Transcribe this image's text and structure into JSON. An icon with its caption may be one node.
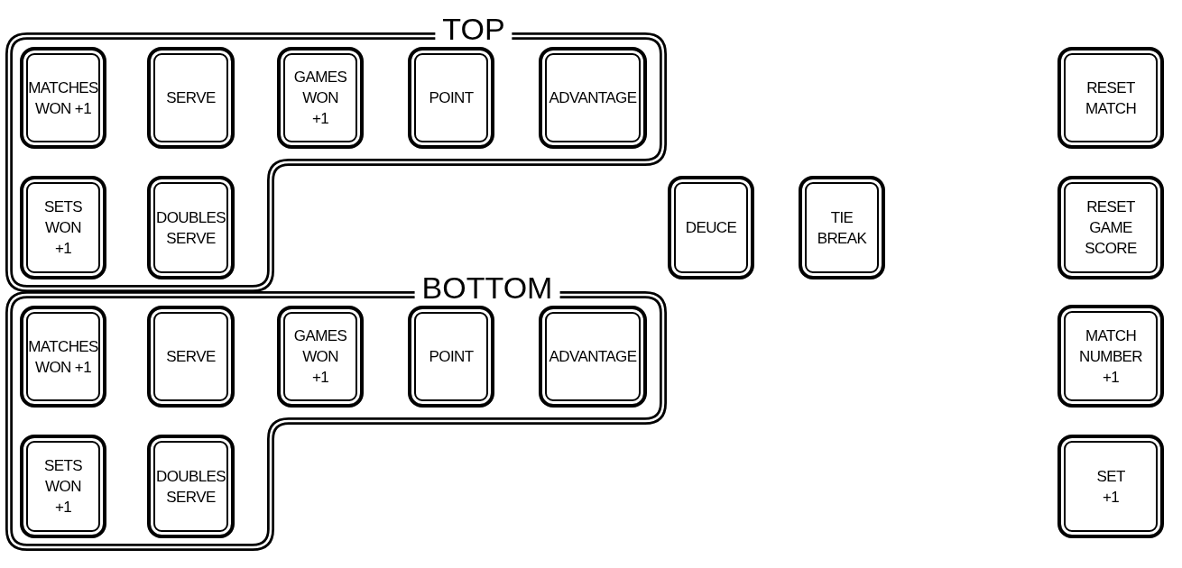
{
  "diagram": {
    "nodes": [
      {
        "text": [
          "TOP"
        ]
      },
      {
        "text": [
          "MATCHES WON +1"
        ],
        "in": 0
      },
      {
        "text": [
          "SERVE"
        ],
        "in": 0
      },
      {
        "text": [
          "GAMES WON +1"
        ],
        "in": 0
      },
      {
        "text": [
          "POINT"
        ],
        "in": 0
      },
      {
        "text": [
          "ADVANTAGE"
        ],
        "in": 0
      },
      {
        "text": [
          "SETS WON +1"
        ],
        "in": 0
      },
      {
        "text": [
          "DOUBLES SERVE"
        ],
        "in": 0
      },
      {
        "text": [
          "BOTTOM"
        ]
      },
      {
        "text": [
          "MATCHES WON +1"
        ],
        "in": 8
      },
      {
        "text": [
          "SERVE"
        ],
        "in": 8
      },
      {
        "text": [
          "GAMES WON +1"
        ],
        "in": 8
      },
      {
        "text": [
          "POINT"
        ],
        "in": 8
      },
      {
        "text": [
          "ADVANTAGE"
        ],
        "in": 8
      },
      {
        "text": [
          "SETS WON +1"
        ],
        "in": 8
      },
      {
        "text": [
          "DOUBLES SERVE"
        ],
        "in": 8
      },
      {
        "text": [
          "DEUCE"
        ]
      },
      {
        "text": [
          "TIE BREAK"
        ]
      },
      {
        "text": [
          "RESET MATCH"
        ]
      },
      {
        "text": [
          "RESET GAME SCORE"
        ]
      },
      {
        "text": [
          "MATCH NUMBER +1"
        ]
      },
      {
        "text": [
          "SET +1"
        ]
      }
    ]
  }
}
